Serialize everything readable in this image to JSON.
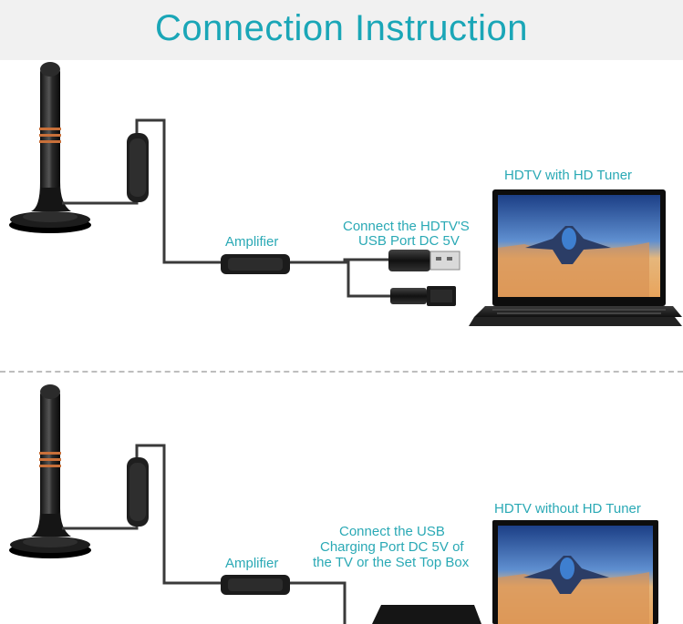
{
  "header": {
    "title": "Connection  Instruction"
  },
  "top_panel": {
    "tv_label": "HDTV with HD Tuner",
    "amplifier_label": "Amplifier",
    "connect_line1": "Connect the HDTV'S",
    "connect_line2": "USB Port DC 5V"
  },
  "bottom_panel": {
    "tv_label": "HDTV without HD Tuner",
    "amplifier_label": "Amplifier",
    "connect_line1": "Connect the USB",
    "connect_line2": "Charging Port DC 5V of",
    "connect_line3": "the TV or the Set Top Box"
  },
  "colors": {
    "title": "#1aa6b7",
    "label": "#2aa9b5",
    "accent_ring": "#c8703a"
  }
}
